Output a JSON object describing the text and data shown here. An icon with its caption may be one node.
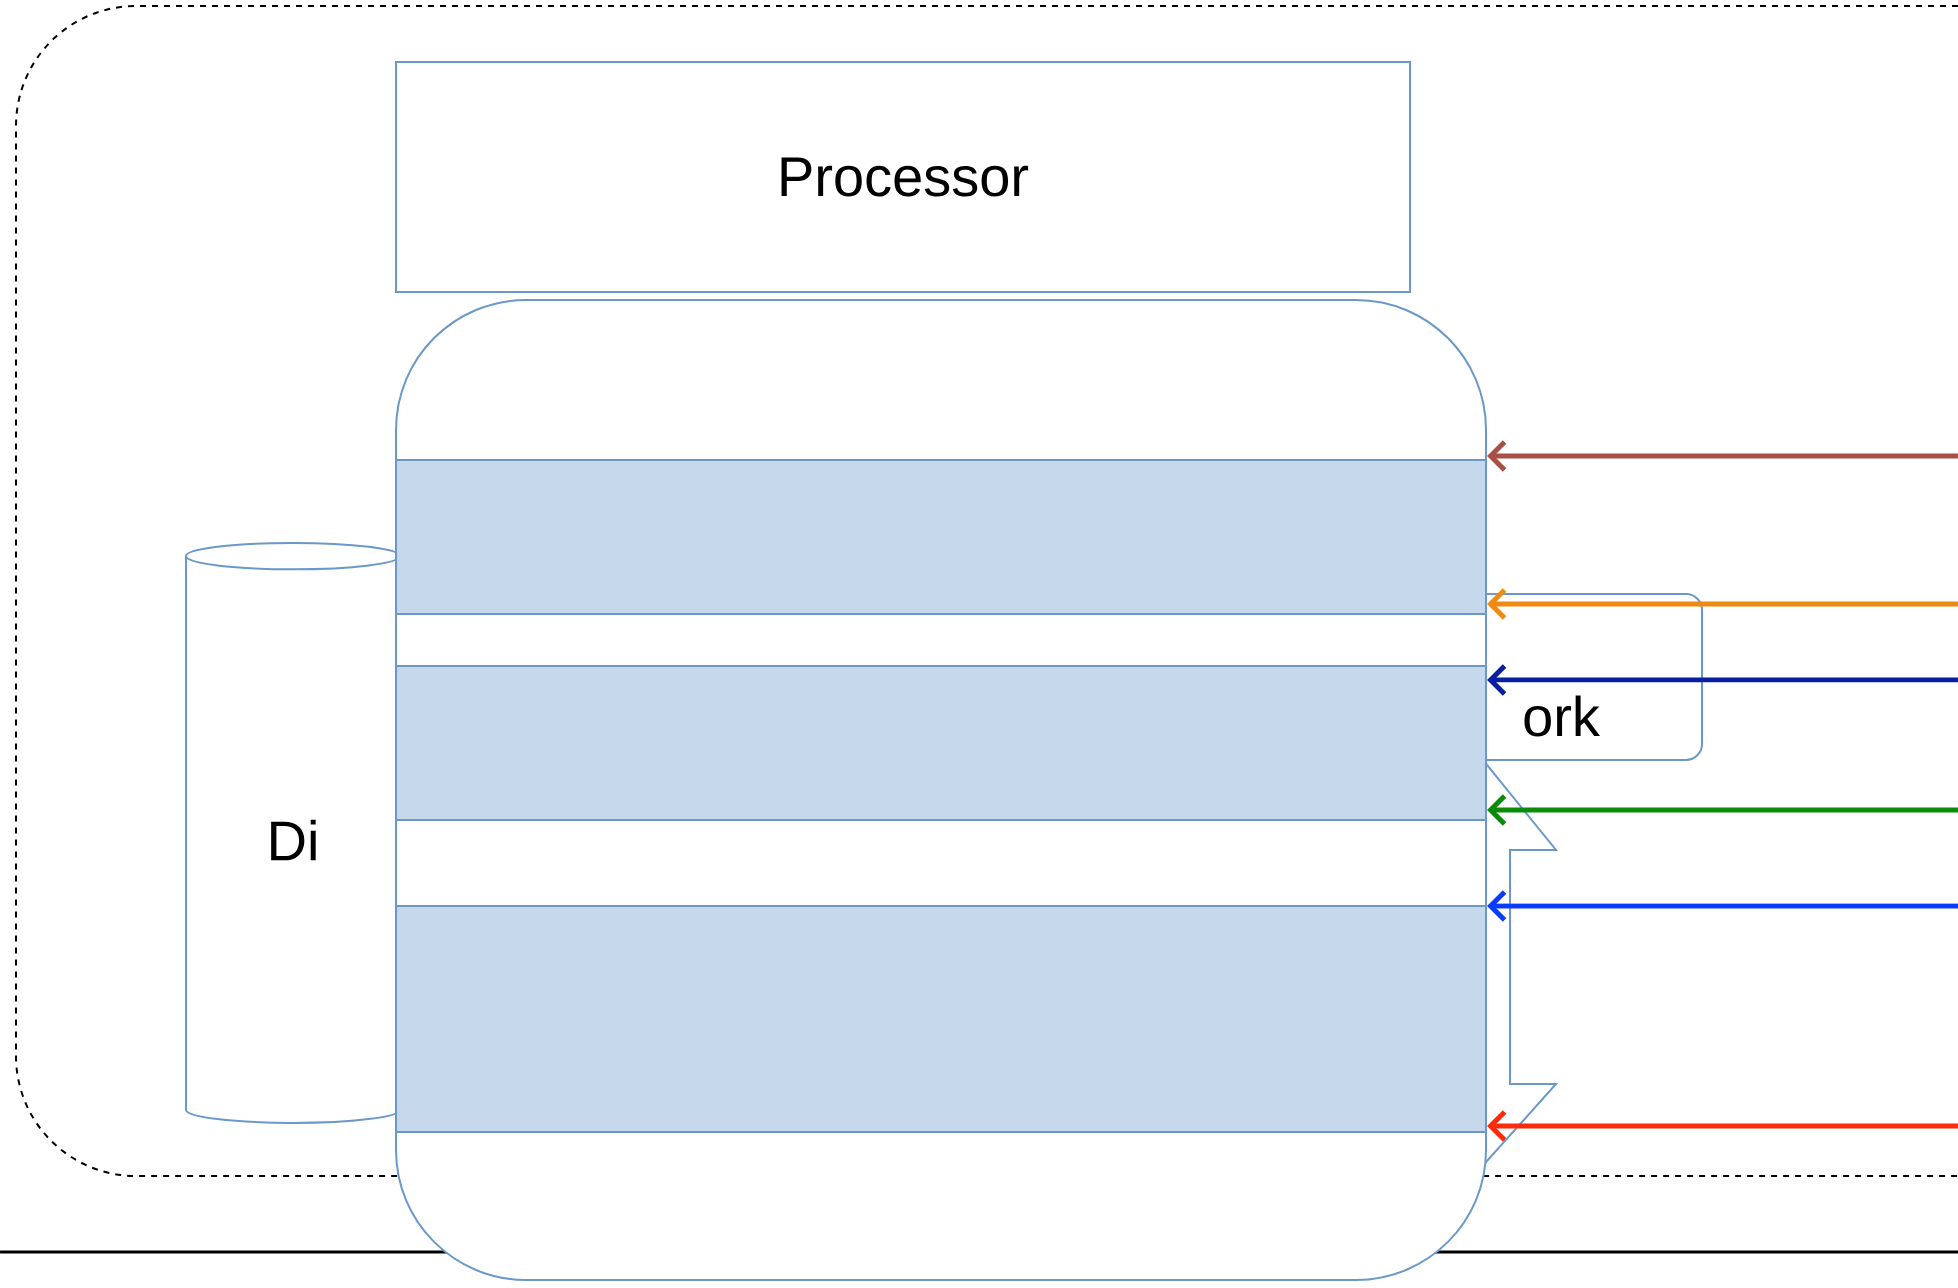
{
  "diagram": {
    "nodes": [
      {
        "text": [],
        "shape": "box"
      },
      {
        "text": [
          "Processor"
        ],
        "in": 0
      },
      {
        "text": [
          "Di"
        ],
        "in": 0
      },
      {
        "text": [
          "ork"
        ],
        "in": 0
      },
      {
        "text": [],
        "shape": "box"
      },
      {
        "text": [],
        "shape": "bar",
        "in": 4
      },
      {
        "text": [],
        "shape": "bar",
        "in": 4
      },
      {
        "text": [],
        "shape": "bar",
        "in": 4
      }
    ],
    "edges": [
      {
        "from": null,
        "to": 4,
        "arrow": "to",
        "color": "#a94f45"
      },
      {
        "from": null,
        "to": 4,
        "arrow": "to",
        "color": "#ef8a10"
      },
      {
        "from": null,
        "to": 4,
        "arrow": "to",
        "color": "#0a1fa0"
      },
      {
        "from": null,
        "to": 4,
        "arrow": "to",
        "color": "#0a8c0a"
      },
      {
        "from": null,
        "to": 4,
        "arrow": "to",
        "color": "#0a3cff"
      },
      {
        "from": null,
        "to": 4,
        "arrow": "to",
        "color": "#ff2a0a"
      }
    ]
  }
}
